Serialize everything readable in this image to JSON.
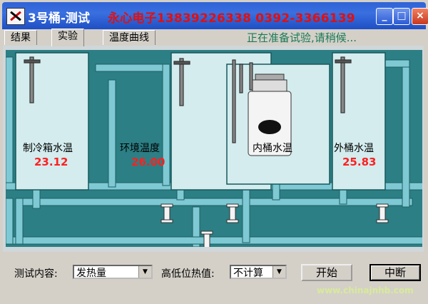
{
  "window": {
    "title": "3号桶-测试",
    "company": "永心电子13839226338 0392-3366139",
    "minimize": "_",
    "maximize": "□",
    "close": "×"
  },
  "tabs": [
    {
      "label": "结果"
    },
    {
      "label": "实验"
    },
    {
      "label": "温度曲线"
    }
  ],
  "status_text": "正在准备试验,请稍候...",
  "tanks": {
    "refrigeration": {
      "label": "制冷箱水温",
      "value": "23.12"
    },
    "environment": {
      "label": "环境温度",
      "value": "26.00"
    },
    "inner": {
      "label": "内桶水温",
      "value": ""
    },
    "outer": {
      "label": "外桶水温",
      "value": "25.83"
    }
  },
  "controls": {
    "test_content_label": "测试内容:",
    "test_content_value": "发热量",
    "calorific_label": "高低位热值:",
    "calorific_value": "不计算",
    "start_button": "开始",
    "stop_button": "中断"
  },
  "watermark": "www.chinajnhb.com",
  "colors": {
    "titlebar": "#2f63d6",
    "company_text": "#e01010",
    "status_text": "#1b7a57",
    "pipe": "#7fc9d4",
    "tank_water": "#d4ecee",
    "background": "#2c7f84",
    "value_text": "#ff2020"
  }
}
